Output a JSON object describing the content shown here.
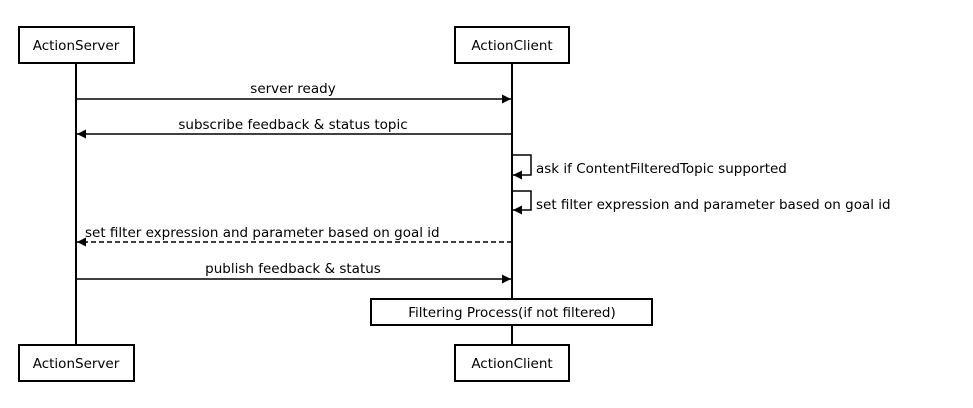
{
  "participants": {
    "server_top": "ActionServer",
    "client_top": "ActionClient",
    "server_bottom": "ActionServer",
    "client_bottom": "ActionClient"
  },
  "messages": [
    {
      "text": "server ready",
      "from": "ActionServer",
      "to": "ActionClient",
      "style": "solid"
    },
    {
      "text": "subscribe feedback & status topic",
      "from": "ActionClient",
      "to": "ActionServer",
      "style": "solid"
    },
    {
      "text": "ask if ContentFilteredTopic supported",
      "from": "ActionClient",
      "to": "ActionClient",
      "style": "self"
    },
    {
      "text": "set filter expression and parameter based on goal id",
      "from": "ActionClient",
      "to": "ActionClient",
      "style": "self"
    },
    {
      "text": "set filter expression and parameter based on goal id",
      "from": "ActionClient",
      "to": "ActionServer",
      "style": "dashed"
    },
    {
      "text": "publish feedback & status",
      "from": "ActionServer",
      "to": "ActionClient",
      "style": "solid"
    }
  ],
  "note": {
    "text": "Filtering Process(if not filtered)"
  }
}
